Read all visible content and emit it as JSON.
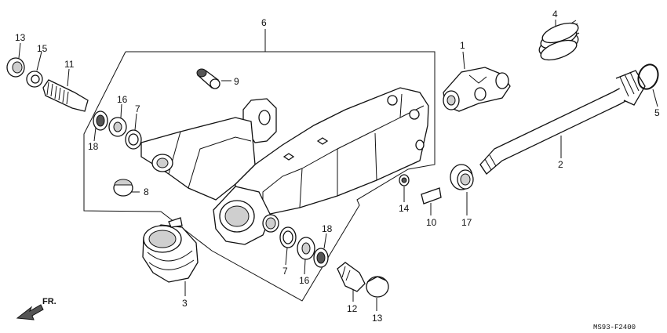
{
  "diagram": {
    "code": "MS93-F2400",
    "direction_label": "FR.",
    "callouts": [
      {
        "id": "c13a",
        "label": "13"
      },
      {
        "id": "c15",
        "label": "15"
      },
      {
        "id": "c11",
        "label": "11"
      },
      {
        "id": "c6",
        "label": "6"
      },
      {
        "id": "c9",
        "label": "9"
      },
      {
        "id": "c16a",
        "label": "16"
      },
      {
        "id": "c7a",
        "label": "7"
      },
      {
        "id": "c18a",
        "label": "18"
      },
      {
        "id": "c8",
        "label": "8"
      },
      {
        "id": "c3",
        "label": "3"
      },
      {
        "id": "c7b",
        "label": "7"
      },
      {
        "id": "c16b",
        "label": "16"
      },
      {
        "id": "c18b",
        "label": "18"
      },
      {
        "id": "c12",
        "label": "12"
      },
      {
        "id": "c13b",
        "label": "13"
      },
      {
        "id": "c14",
        "label": "14"
      },
      {
        "id": "c10",
        "label": "10"
      },
      {
        "id": "c17",
        "label": "17"
      },
      {
        "id": "c2",
        "label": "2"
      },
      {
        "id": "c1",
        "label": "1"
      },
      {
        "id": "c4",
        "label": "4"
      },
      {
        "id": "c5",
        "label": "5"
      }
    ]
  }
}
